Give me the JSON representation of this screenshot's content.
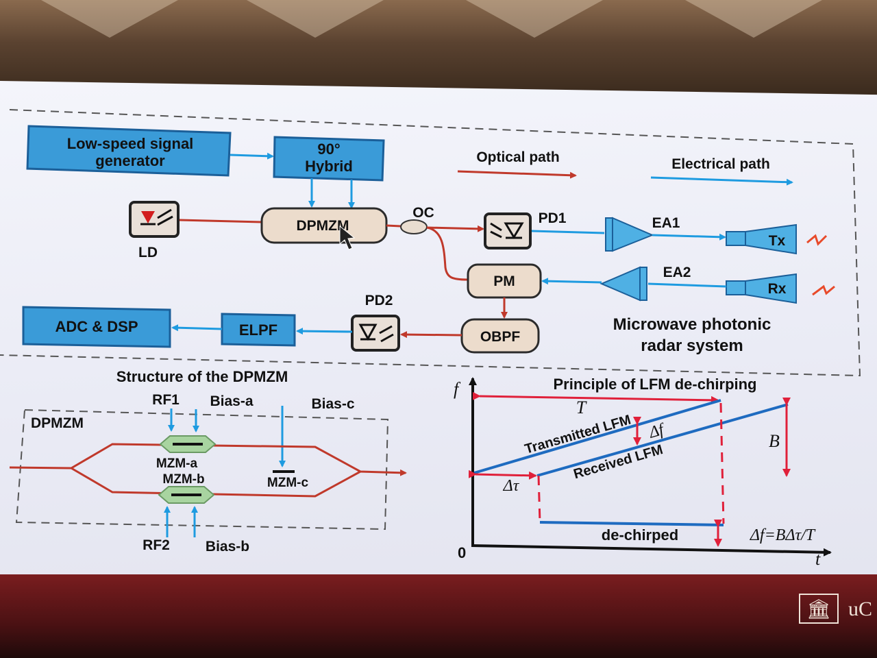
{
  "blocks": {
    "low_speed_line1": "Low-speed signal",
    "low_speed_line2": "generator",
    "hybrid_line1": "90°",
    "hybrid_line2": "Hybrid",
    "dpmzm": "DPMZM",
    "ld": "LD",
    "oc": "OC",
    "pd1": "PD1",
    "ea1": "EA1",
    "tx": "Tx",
    "pm": "PM",
    "ea2": "EA2",
    "rx": "Rx",
    "pd2": "PD2",
    "obpf": "OBPF",
    "elpf": "ELPF",
    "adc_dsp": "ADC & DSP"
  },
  "legend": {
    "optical": "Optical path",
    "electrical": "Electrical path"
  },
  "colors": {
    "optical": "#c0392b",
    "electrical": "#1e9be0",
    "block_fill": "#3a9bd8",
    "rounded_fill": "#ecdccc",
    "arrow_red": "#e0203a"
  },
  "system_caption": {
    "line1": "Microwave photonic",
    "line2": "radar system"
  },
  "dpmzm_structure": {
    "title": "Structure of the DPMZM",
    "box_label": "DPMZM",
    "rf1": "RF1",
    "bias_a": "Bias-a",
    "bias_c": "Bias-c",
    "mzm_a": "MZM-a",
    "mzm_b": "MZM-b",
    "mzm_c": "MZM-c",
    "rf2": "RF2",
    "bias_b": "Bias-b"
  },
  "principle": {
    "title": "Principle of LFM de-chirping",
    "f_axis": "f",
    "t_axis": "t",
    "origin": "0",
    "period": "T",
    "transmitted": "Transmitted LFM",
    "received": "Received LFM",
    "delta_f": "Δf",
    "delta_tau": "Δτ",
    "bandwidth": "B",
    "dechirped": "de-chirped",
    "formula": "Δf=BΔτ/T"
  },
  "footer": {
    "logo_glyph": "🏛",
    "logo_text": "uC"
  }
}
